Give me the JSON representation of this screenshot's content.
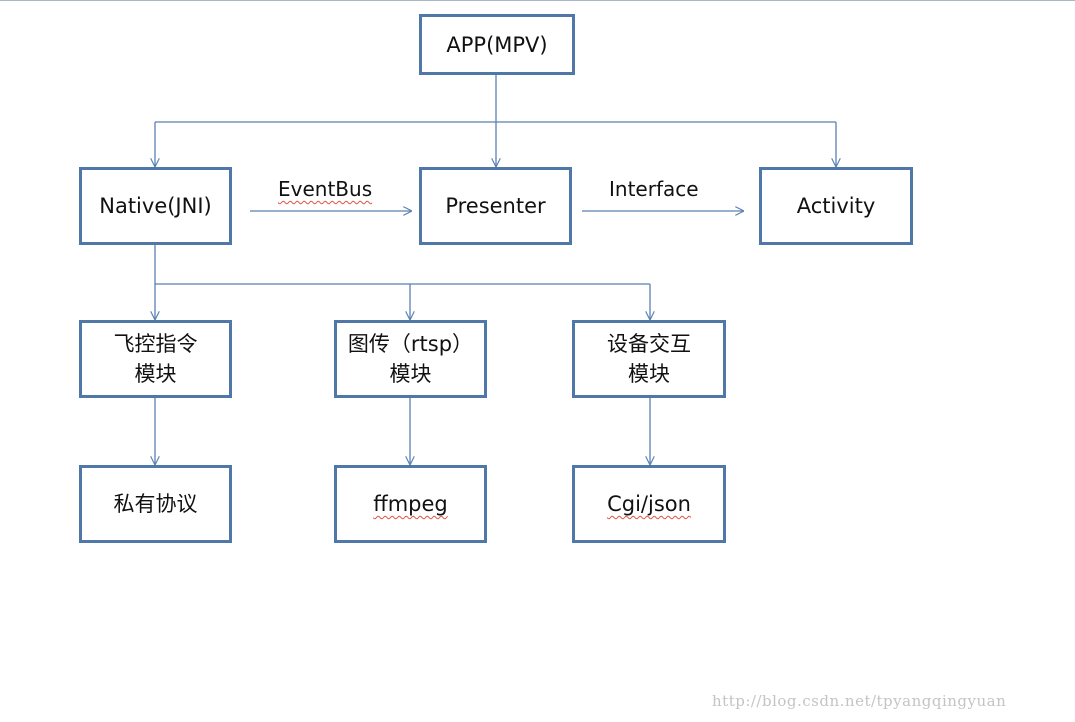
{
  "nodes": {
    "app": "APP(MPV)",
    "native": "Native(JNI)",
    "presenter": "Presenter",
    "activity": "Activity",
    "flight_control": "飞控指令\n模块",
    "image_transmission": "图传（rtsp）\n模块",
    "device_interaction": "设备交互\n模块",
    "private_protocol": "私有协议",
    "ffmpeg": "ffmpeg",
    "cgi_json": "Cgi/json"
  },
  "edges": {
    "eventbus": "EventBus",
    "interface": "Interface"
  },
  "watermark": "http://blog.csdn.net/tpyangqingyuan",
  "colors": {
    "box_border": "#4f77a8",
    "connector": "#5a80b3",
    "watermark": "#c4c4c4"
  }
}
